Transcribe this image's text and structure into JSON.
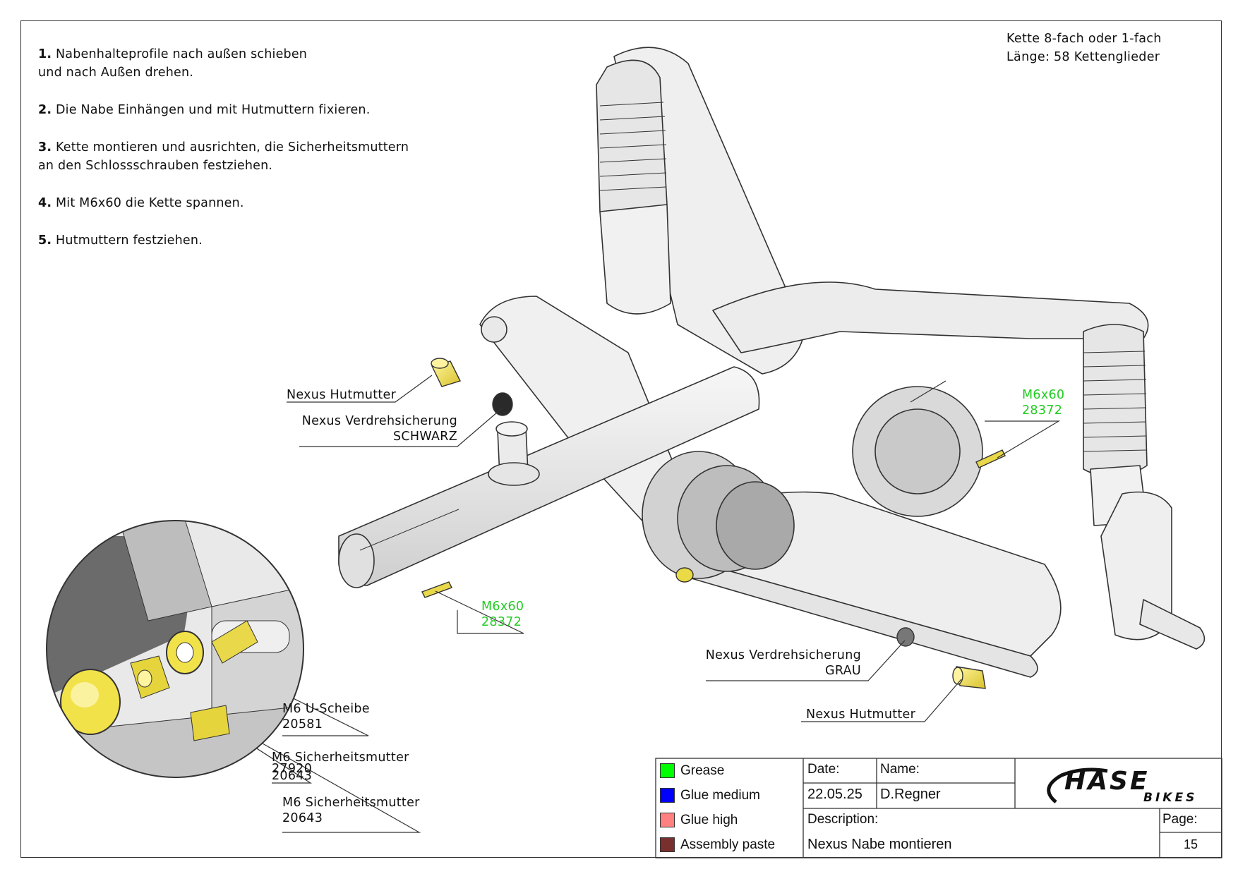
{
  "instructions": {
    "steps": [
      {
        "num": "1.",
        "text": "Nabenhalteprofile nach außen schieben",
        "text2": "und nach Außen drehen."
      },
      {
        "num": "2.",
        "text": "Die Nabe Einhängen und mit Hutmuttern fixieren.",
        "text2": ""
      },
      {
        "num": "3.",
        "text": "Kette montieren und ausrichten, die Sicherheitsmuttern",
        "text2": "an den Schlossschrauben festziehen."
      },
      {
        "num": "4.",
        "text": "Mit M6x60 die Kette spannen.",
        "text2": ""
      },
      {
        "num": "5.",
        "text": "Hutmuttern festziehen.",
        "text2": ""
      }
    ]
  },
  "chain_note": {
    "line1": "Kette 8-fach oder 1-fach",
    "line2": "Länge: 58 Kettenglieder"
  },
  "callouts": {
    "hutmutter_left": "Nexus Hutmutter",
    "verdreh_schwarz_1": "Nexus Verdrehsicherung",
    "verdreh_schwarz_2": "SCHWARZ",
    "m6x60_right_1": "M6x60",
    "m6x60_right_2": "28372",
    "m6x60_left_1": "M6x60",
    "m6x60_left_2": "28372",
    "verdreh_grau_1": "Nexus Verdrehsicherung",
    "verdreh_grau_2": "GRAU",
    "hutmutter_right": "Nexus Hutmutter",
    "uscheibe_1": "M6 U-Scheibe",
    "uscheibe_2": "20581",
    "sicher_a_1": "M6 Sicherheitsmutter",
    "sicher_a_2": "27920",
    "sicher_a_3": "20643",
    "sicher_b_1": "M6 Sicherheitsmutter",
    "sicher_b_2": "20643"
  },
  "title_block": {
    "legend": [
      {
        "label": "Grease",
        "color": "#00ff00"
      },
      {
        "label": "Glue medium",
        "color": "#0000ff"
      },
      {
        "label": "Glue high",
        "color": "#ff8080"
      },
      {
        "label": "Assembly paste",
        "color": "#7a2f2f"
      }
    ],
    "date_label": "Date:",
    "date_value": "22.05.25",
    "name_label": "Name:",
    "name_value": "D.Regner",
    "description_label": "Description:",
    "description_value": "Nexus Nabe montieren",
    "page_label": "Page:",
    "page_value": "15",
    "logo_text": "HASE",
    "logo_sub": "BIKES"
  },
  "colors": {
    "accent_green": "#22cc22",
    "part_yellow": "#f2e24a",
    "frame_gray": "#ededed",
    "line": "#333333"
  }
}
